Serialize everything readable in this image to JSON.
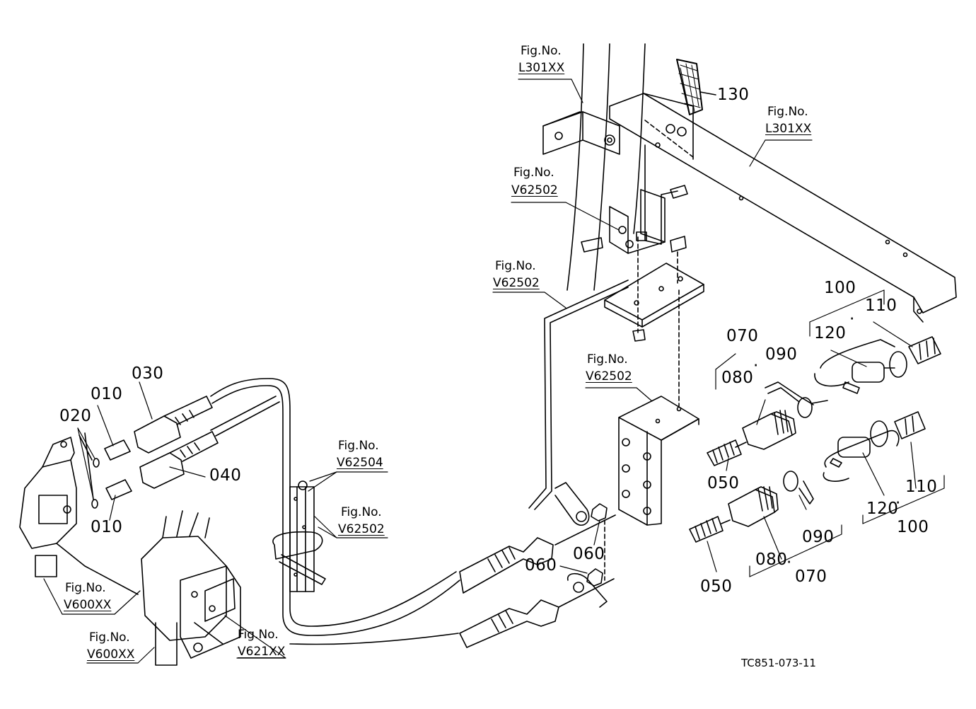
{
  "fig_refs": {
    "l301_top": {
      "label": "Fig.No.",
      "code": "L301XX"
    },
    "l301_right": {
      "label": "Fig.No.",
      "code": "L301XX"
    },
    "v62502_a": {
      "label": "Fig.No.",
      "code": "V62502"
    },
    "v62502_b": {
      "label": "Fig.No.",
      "code": "V62502"
    },
    "v62502_c": {
      "label": "Fig.No.",
      "code": "V62502"
    },
    "v62504": {
      "label": "Fig.No.",
      "code": "V62504"
    },
    "v62502_d": {
      "label": "Fig.No.",
      "code": "V62502"
    },
    "v600_a": {
      "label": "Fig.No.",
      "code": "V600XX"
    },
    "v600_b": {
      "label": "Fig.No.",
      "code": "V600XX"
    },
    "v621": {
      "label": "Fig.No.",
      "code": "V621XX"
    }
  },
  "parts": {
    "p130": "130",
    "p100_top": "100",
    "p110_top": "110",
    "p120_top": "120",
    "p070_top": "070",
    "p090_top": "090",
    "p080_top": "080",
    "p030": "030",
    "p010_top": "010",
    "p020": "020",
    "p040": "040",
    "p010_bot": "010",
    "p050_top": "050",
    "p060_a": "060",
    "p060_b": "060",
    "p050_bot": "050",
    "p080_bot": "080",
    "p090_bot": "090",
    "p070_bot": "070",
    "p120_bot": "120",
    "p110_bot": "110",
    "p100_bot": "100"
  },
  "drawing_code": "TC851-073-11"
}
